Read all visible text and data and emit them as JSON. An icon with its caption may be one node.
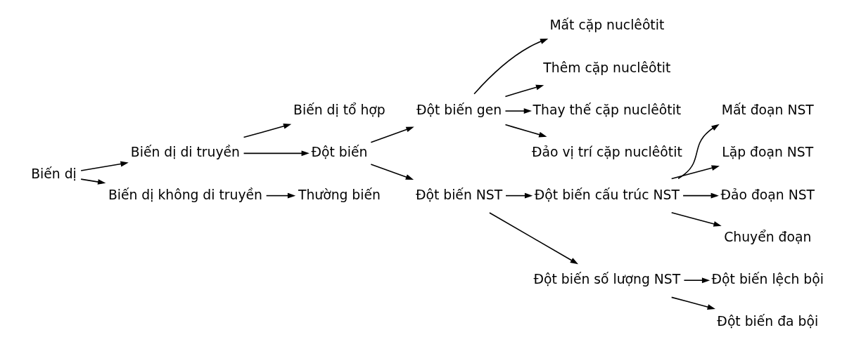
{
  "diagram": {
    "nodes": [
      {
        "text": [
          "Biến dị"
        ]
      },
      {
        "text": [
          "Biến dị di truyền"
        ]
      },
      {
        "text": [
          "Biến dị tổ hợp"
        ]
      },
      {
        "text": [
          "Đột biến"
        ]
      },
      {
        "text": [
          "Đột biến gen"
        ]
      },
      {
        "text": [
          "Mất cặp nuclêôtit"
        ]
      },
      {
        "text": [
          "Thêm cặp nuclêôtit"
        ]
      },
      {
        "text": [
          "Thay thế cặp nuclêôtit"
        ]
      },
      {
        "text": [
          "Đảo vị trí cặp nuclêôtit"
        ]
      },
      {
        "text": [
          "Đột biến NST"
        ]
      },
      {
        "text": [
          "Đột biến cấu trúc NST"
        ]
      },
      {
        "text": [
          "Mất đoạn NST"
        ]
      },
      {
        "text": [
          "Lặp đoạn NST"
        ]
      },
      {
        "text": [
          "Đảo đoạn NST"
        ]
      },
      {
        "text": [
          "Chuyển đoạn"
        ]
      },
      {
        "text": [
          "Đột biến số lượng NST"
        ]
      },
      {
        "text": [
          "Đột biến lệch bội"
        ]
      },
      {
        "text": [
          "Đột biến đa bội"
        ]
      },
      {
        "text": [
          "Biến dị không di truyền"
        ]
      },
      {
        "text": [
          "Thường biến"
        ]
      }
    ],
    "edges": [
      {
        "from": 0,
        "to": 1,
        "arrow": "to"
      },
      {
        "from": 0,
        "to": 18,
        "arrow": "to"
      },
      {
        "from": 1,
        "to": 2,
        "arrow": "to"
      },
      {
        "from": 1,
        "to": 3,
        "arrow": "to"
      },
      {
        "from": 3,
        "to": 4,
        "arrow": "to"
      },
      {
        "from": 3,
        "to": 9,
        "arrow": "to"
      },
      {
        "from": 4,
        "to": 5,
        "arrow": "to"
      },
      {
        "from": 4,
        "to": 6,
        "arrow": "to"
      },
      {
        "from": 4,
        "to": 7,
        "arrow": "to"
      },
      {
        "from": 4,
        "to": 8,
        "arrow": "to"
      },
      {
        "from": 9,
        "to": 10,
        "arrow": "to"
      },
      {
        "from": 9,
        "to": 15,
        "arrow": "to"
      },
      {
        "from": 10,
        "to": 11,
        "arrow": "to"
      },
      {
        "from": 10,
        "to": 12,
        "arrow": "to"
      },
      {
        "from": 10,
        "to": 13,
        "arrow": "to"
      },
      {
        "from": 10,
        "to": 14,
        "arrow": "to"
      },
      {
        "from": 15,
        "to": 16,
        "arrow": "to"
      },
      {
        "from": 15,
        "to": 17,
        "arrow": "to"
      },
      {
        "from": 18,
        "to": 19,
        "arrow": "to"
      }
    ]
  }
}
